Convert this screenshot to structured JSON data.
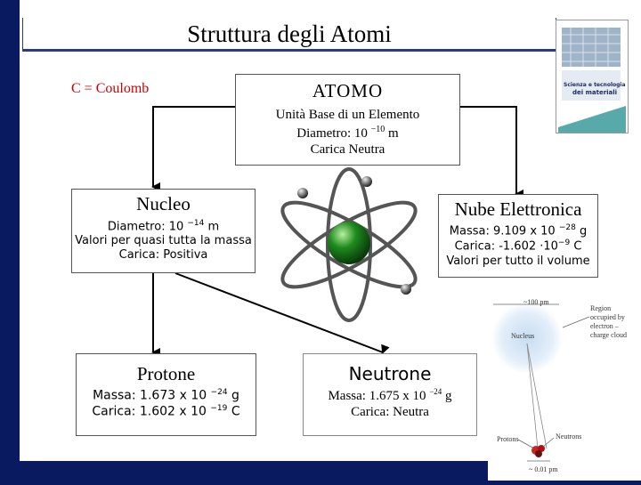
{
  "title": "Struttura degli Atomi",
  "coulomb_note": "C = Coulomb",
  "atomo": {
    "heading": "ATOMO",
    "line1": "Unità Base di un Elemento",
    "line2_prefix": "Diametro:  10 ",
    "line2_exp": "−10",
    "line2_suffix": " m",
    "line3": "Carica Neutra"
  },
  "nucleo": {
    "heading": "Nucleo",
    "line1_prefix": "Diametro: 10 ",
    "line1_exp": "−14",
    "line1_suffix": " m",
    "line2": "Valori per quasi tutta la massa",
    "line3": "Carica: Positiva"
  },
  "nube": {
    "heading": "Nube Elettronica",
    "line1_prefix": "Massa: 9.109 x 10 ",
    "line1_exp": "−28",
    "line1_suffix": " g",
    "line2_prefix": "Carica: -1.602 ·10",
    "line2_exp": "−9",
    "line2_suffix": " C",
    "line3": "Valori per tutto il volume"
  },
  "protone": {
    "heading": "Protone",
    "line1_prefix": "Massa: 1.673 x 10 ",
    "line1_exp": "−24",
    "line1_suffix": " g",
    "line2_prefix": "Carica: 1.602 x 10 ",
    "line2_exp": "−19",
    "line2_suffix": " C"
  },
  "neutrone": {
    "heading": "Neutrone",
    "line1_prefix": "Massa: 1.675 x 10 ",
    "line1_exp": "−24",
    "line1_suffix": " g",
    "line2": "Carica: Neutra"
  },
  "book": {
    "title_line1": "Scienza e tecnologia",
    "title_line2": "dei materiali"
  },
  "diagram": {
    "label_100pm": "~100 pm",
    "label_region": "Region occupied by electron – charge cloud",
    "label_nucleus": "Nucleus",
    "label_protons": "Protons",
    "label_neutrons": "Neutrons",
    "label_001pm": "~ 0.01 pm"
  },
  "colors": {
    "frame": "#0a1a60",
    "title_border": "#2a3a8a",
    "accent_red": "#cc0000",
    "nucleus_green": "#1e8a1e",
    "orbit_gray": "#555555"
  }
}
